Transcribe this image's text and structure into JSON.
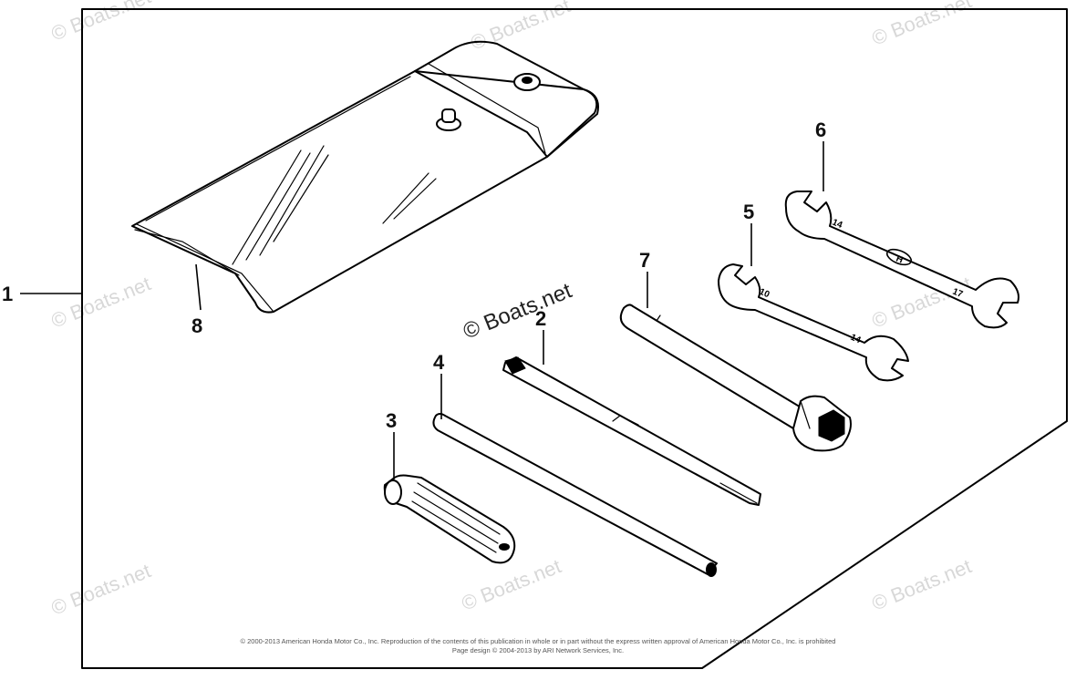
{
  "callouts": {
    "c1": "1",
    "c2": "2",
    "c3": "3",
    "c4": "4",
    "c5": "5",
    "c6": "6",
    "c7": "7",
    "c8": "8"
  },
  "watermark": {
    "small": "© Boats.net",
    "main": "© Boats.net"
  },
  "wrench_stamps": {
    "w6_top": "14",
    "w6_logo": "H",
    "w6_bottom": "17",
    "w5_top": "10",
    "w5_bottom": "14"
  },
  "copyright": {
    "line1": "© 2000-2013 American Honda Motor Co., Inc. Reproduction of the contents of this publication in whole or in part without the express written approval of American Honda Motor Co., Inc. is prohibited",
    "line2": "Page design © 2004-2013 by ARI Network Services, Inc."
  },
  "colors": {
    "line": "#000000",
    "background": "#ffffff",
    "watermark": "#d8d8d8"
  }
}
